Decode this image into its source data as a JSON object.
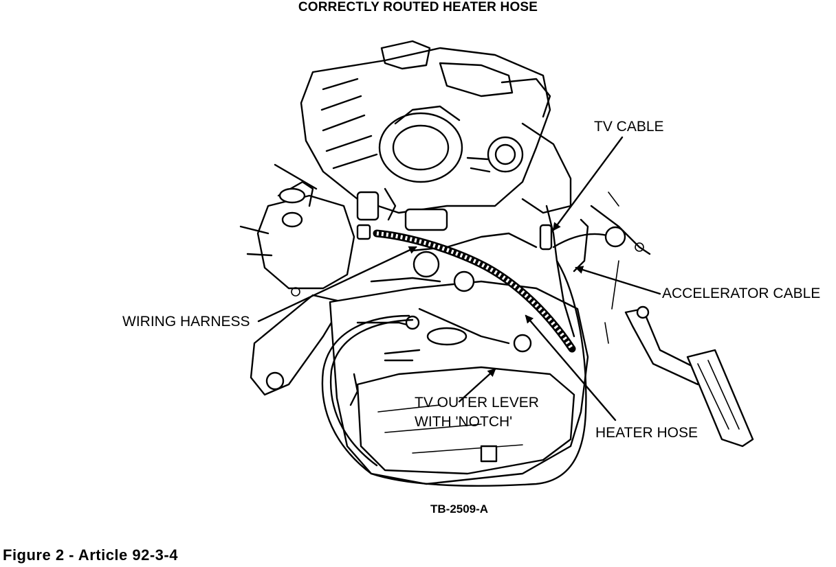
{
  "figure": {
    "title": "CORRECTLY ROUTED HEATER HOSE",
    "figure_number": "TB-2509-A",
    "caption": "Figure 2 - Article 92-3-4"
  },
  "callouts": {
    "tv_cable": "TV CABLE",
    "accelerator_cable": "ACCELERATOR CABLE",
    "wiring_harness": "WIRING HARNESS",
    "tv_outer_lever_line1": "TV OUTER LEVER",
    "tv_outer_lever_line2": "WITH 'NOTCH'",
    "heater_hose": "HEATER HOSE"
  }
}
